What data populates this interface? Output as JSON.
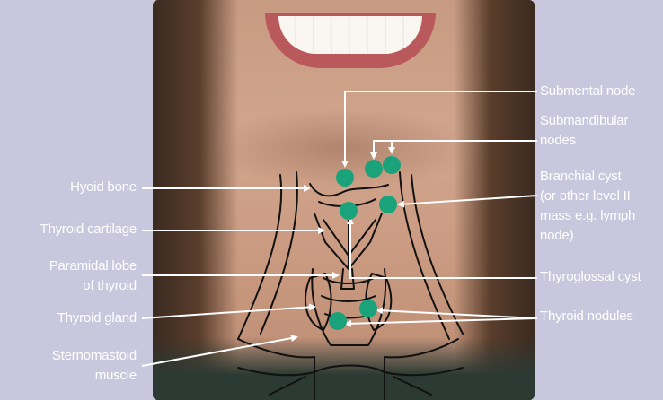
{
  "labels": {
    "submental_node": "Submental node",
    "submandibular_nodes_l1": "Submandibular",
    "submandibular_nodes_l2": "nodes",
    "branchial_cyst_l1": "Branchial cyst",
    "branchial_cyst_l2": "(or other level II",
    "branchial_cyst_l3": "mass e.g. lymph",
    "branchial_cyst_l4": "node)",
    "thyroglossal_cyst": "Thyroglossal cyst",
    "thyroid_nodules": "Thyroid nodules",
    "hyoid_bone": "Hyoid bone",
    "thyroid_cartilage": "Thyroid cartilage",
    "paramidal_lobe_l1": "Paramidal lobe",
    "paramidal_lobe_l2": "of thyroid",
    "thyroid_gland": "Thyroid gland",
    "sternomastoid_l1": "Sternomastoid",
    "sternomastoid_l2": "muscle"
  },
  "colors": {
    "background": "#c9c7de",
    "marker": "#1aa37a",
    "arrow": "#ffffff"
  }
}
